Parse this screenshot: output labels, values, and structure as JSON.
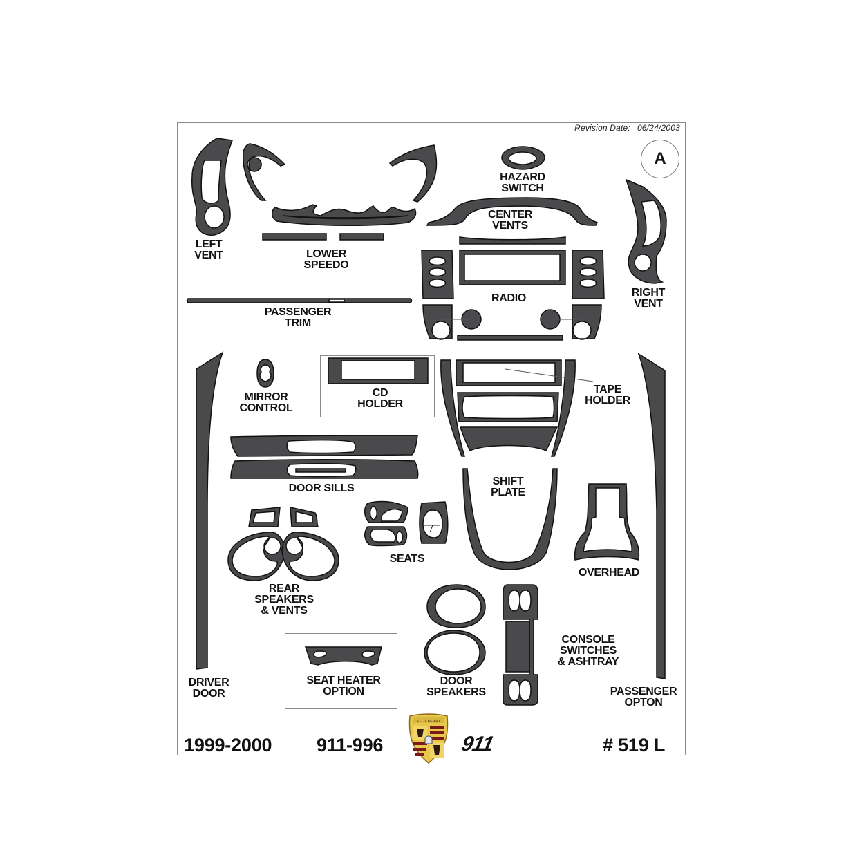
{
  "header": {
    "revision_label": "Revision Date:",
    "revision_date": "06/24/2003",
    "sheet_letter": "A"
  },
  "parts": {
    "left_vent": [
      "LEFT",
      "VENT"
    ],
    "lower_speedo": [
      "LOWER",
      "SPEEDO"
    ],
    "hazard_switch": [
      "HAZARD",
      "SWITCH"
    ],
    "center_vents": [
      "CENTER",
      "VENTS"
    ],
    "right_vent": [
      "RIGHT",
      "VENT"
    ],
    "radio": [
      "RADIO"
    ],
    "passenger_trim": [
      "PASSENGER",
      "TRIM"
    ],
    "mirror_control": [
      "MIRROR",
      "CONTROL"
    ],
    "cd_holder": [
      "CD",
      "HOLDER"
    ],
    "tape_holder": [
      "TAPE",
      "HOLDER"
    ],
    "door_sills": [
      "DOOR SILLS"
    ],
    "shift_plate": [
      "SHIFT",
      "PLATE"
    ],
    "overhead": [
      "OVERHEAD"
    ],
    "seats": [
      "SEATS"
    ],
    "rear_speakers_vents": [
      "REAR",
      "SPEAKERS",
      "& VENTS"
    ],
    "seat_heater_option": [
      "SEAT HEATER",
      "OPTION"
    ],
    "door_speakers": [
      "DOOR",
      "SPEAKERS"
    ],
    "console_switches_ashtray": [
      "CONSOLE",
      "SWITCHES",
      "& ASHTRAY"
    ],
    "driver_door": [
      "DRIVER",
      "DOOR"
    ],
    "passenger_option": [
      "PASSENGER",
      "OPTON"
    ]
  },
  "footer": {
    "years": "1999-2000",
    "model_code": "911-996",
    "model_badge": "911",
    "kit_number": "# 519 L",
    "logo": "porsche-crest-icon"
  },
  "colors": {
    "part_fill": "#4a4a4d",
    "part_stroke": "#111111",
    "border": "#8a8a8a",
    "crest_gold": "#e8c84a",
    "crest_red": "#7a1a1a"
  }
}
